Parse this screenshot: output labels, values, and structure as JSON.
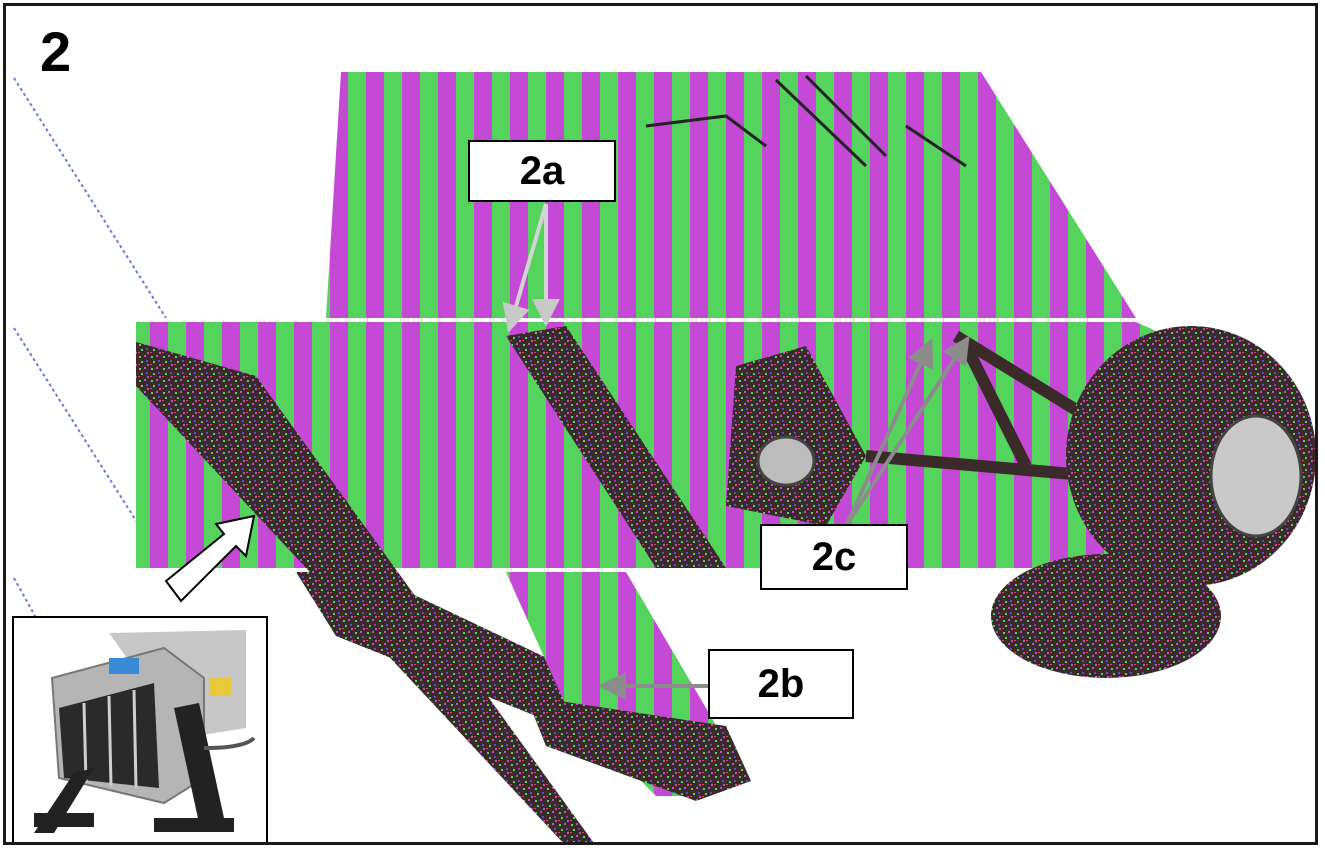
{
  "figure": {
    "number": "2"
  },
  "callouts": {
    "a": {
      "label": "2a"
    },
    "b": {
      "label": "2b"
    },
    "c": {
      "label": "2c"
    }
  },
  "colors": {
    "stripe_magenta": "#c44ad6",
    "stripe_green": "#54d45c",
    "frame_dark": "#3b2a2a",
    "leader_gray": "#9a9a9a",
    "border": "#1a1a1a"
  }
}
